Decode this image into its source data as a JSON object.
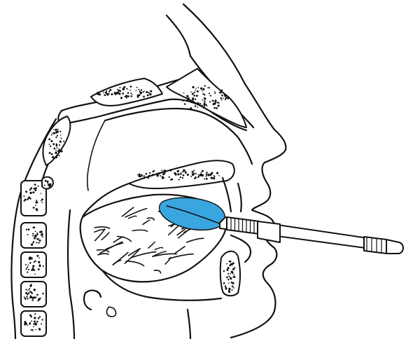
{
  "figure": {
    "balloon_color": "#3aa6e0",
    "line_color": "#111111",
    "background": "#ffffff",
    "parts": [
      "head-outline",
      "nasal-cavity",
      "hard-palate",
      "tongue",
      "cervical-spine",
      "mandible",
      "oral-device-balloon",
      "oral-device-shaft"
    ]
  }
}
